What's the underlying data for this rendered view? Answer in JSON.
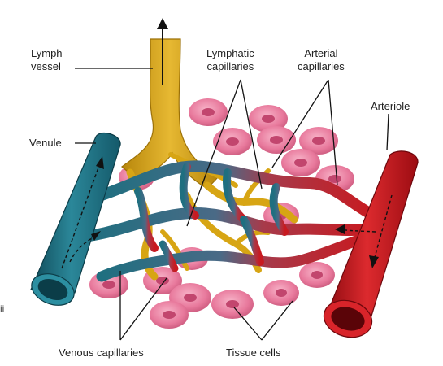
{
  "labels": {
    "lymph_vessel": [
      "Lymph",
      "vessel"
    ],
    "lymphatic_capillaries": [
      "Lymphatic",
      "capillaries"
    ],
    "arterial_capillaries": [
      "Arterial",
      "capillaries"
    ],
    "arteriole": "Arteriole",
    "venule": "Venule",
    "venous_capillaries": "Venous capillaries",
    "tissue_cells": "Tissue cells",
    "edge_fragment": "ii"
  },
  "colors": {
    "venule": "#1e6f80",
    "arteriole": "#c2141c",
    "lymph": "#d7a514",
    "tissue_cell": "#e8799c",
    "tissue_nucleus": "#c2466e",
    "leader_line": "#111111"
  }
}
